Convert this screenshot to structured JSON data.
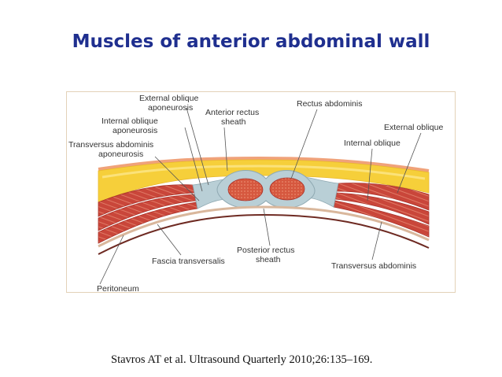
{
  "slide": {
    "title": "Muscles of anterior abdominal wall",
    "citation": "Stavros AT et al. Ultrasound Quarterly 2010;26:135–169."
  },
  "diagram": {
    "labels": {
      "external_oblique_aponeurosis_1": "External oblique",
      "external_oblique_aponeurosis_2": "aponeurosis",
      "internal_oblique_aponeurosis_1": "Internal oblique",
      "internal_oblique_aponeurosis_2": "aponeurosis",
      "transversus_abdominis_aponeurosis_1": "Transversus abdominis",
      "transversus_abdominis_aponeurosis_2": "aponeurosis",
      "anterior_rectus_sheath_1": "Anterior rectus",
      "anterior_rectus_sheath_2": "sheath",
      "rectus_abdominis": "Rectus abdominis",
      "external_oblique": "External oblique",
      "internal_oblique": "Internal oblique",
      "posterior_rectus_sheath_1": "Posterior rectus",
      "posterior_rectus_sheath_2": "sheath",
      "fascia_transversalis": "Fascia transversalis",
      "transversus_abdominis": "Transversus abdominis",
      "peritoneum": "Peritoneum"
    },
    "colors": {
      "fat": "#f6cf3a",
      "fat_light": "#fbe27a",
      "skin": "#f0a27a",
      "muscle": "#c9463a",
      "muscle_dark": "#a8322a",
      "sheath": "#b9cfd6",
      "fascia": "#d9b79c",
      "peritoneum": "#6e2a22",
      "leader": "#555555"
    }
  }
}
